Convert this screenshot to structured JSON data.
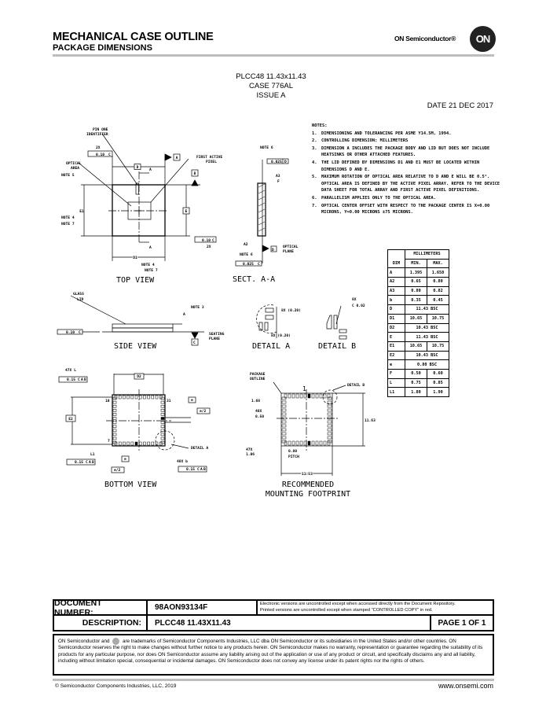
{
  "header": {
    "title": "MECHANICAL CASE OUTLINE",
    "subtitle": "PACKAGE DIMENSIONS",
    "brand": "ON Semiconductor®",
    "logo_text": "ON"
  },
  "package": {
    "name": "PLCC48 11.43x11.43",
    "case": "CASE 776AL",
    "issue": "ISSUE A",
    "date": "DATE 21 DEC 2017"
  },
  "notes": {
    "title": "NOTES:",
    "items": [
      {
        "num": "1.",
        "text": "DIMENSIONING AND TOLERANCING PER ASME Y14.5M, 1994."
      },
      {
        "num": "2.",
        "text": "CONTROLLING DIMENSION: MILLIMETERS"
      },
      {
        "num": "3.",
        "text": "DIMENSION A INCLUDES THE PACKAGE BODY AND LID BUT DOES NOT INCLUDE HEATSINKS OR OTHER ATTACHED FEATURES."
      },
      {
        "num": "4.",
        "text": "THE LID DEFINED BY DIMENSIONS D1 AND E1 MUST BE LOCATED WITHIN DIMENSIONS D AND E."
      },
      {
        "num": "5.",
        "text": "MAXIMUM ROTATION OF OPTICAL AREA RELATIVE TO D AND E WILL BE 0.5°. OPTICAL AREA IS DEFINED BY THE ACTIVE PIXEL ARRAY. REFER TO THE DEVICE DATA SHEET FOR TOTAL ARRAY AND FIRST ACTIVE PIXEL DEFINITIONS."
      },
      {
        "num": "6.",
        "text": "PARALLELISM APPLIES ONLY TO THE OPTICAL AREA."
      },
      {
        "num": "7.",
        "text": "OPTICAL CENTER OFFSET WITH RESPECT TO THE PACKAGE CENTER IS X=0.00 MICRONS, Y=0.00 MICRONS ±75 MICRONS."
      }
    ]
  },
  "dim_table": {
    "unit": "MILLIMETERS",
    "headers": [
      "DIM",
      "MIN.",
      "MAX."
    ],
    "rows": [
      {
        "dim": "A",
        "min": "1.395",
        "max": "1.658"
      },
      {
        "dim": "A2",
        "min": "0.65",
        "max": "0.80"
      },
      {
        "dim": "A3",
        "min": "0.80",
        "max": "0.82"
      },
      {
        "dim": "b",
        "min": "0.35",
        "max": "0.45"
      },
      {
        "dim": "D",
        "bsc": "11.43 BSC"
      },
      {
        "dim": "D1",
        "min": "10.65",
        "max": "10.75"
      },
      {
        "dim": "D2",
        "bsc": "10.43 BSC"
      },
      {
        "dim": "E",
        "bsc": "11.43 BSC"
      },
      {
        "dim": "E1",
        "min": "10.65",
        "max": "10.75"
      },
      {
        "dim": "E2",
        "bsc": "10.43 BSC"
      },
      {
        "dim": "e",
        "bsc": "0.80 BSC"
      },
      {
        "dim": "F",
        "min": "0.50",
        "max": "0.60"
      },
      {
        "dim": "L",
        "min": "0.75",
        "max": "0.85"
      },
      {
        "dim": "L1",
        "min": "1.80",
        "max": "1.90"
      }
    ]
  },
  "drawings": {
    "top_view": {
      "title": "TOP VIEW",
      "pin_one": [
        "PIN ONE",
        "IDENTIFIER"
      ],
      "first_pixel": [
        "FIRST ACTIVE",
        "PIXEL"
      ],
      "optical_area": [
        "OPTICAL",
        "AREA"
      ],
      "note5": "NOTE 5",
      "note4": "NOTE 4",
      "note7": "NOTE 7",
      "d": "D",
      "d1": "D1",
      "e": "E",
      "e1": "E1",
      "datum_a": "A",
      "datum_b": "B",
      "section": "A",
      "two_x": "2X",
      "tol": "0.10",
      "tol_ref": "C"
    },
    "section": {
      "title": "SECT. A-A",
      "note6": "NOTE 6",
      "par_tol": "0.025",
      "par_ref_top": "D",
      "par_ref_bot": "C",
      "a3": "A3",
      "f": "F",
      "a2": "A2",
      "datum_d": "D",
      "optical_plane": [
        "OPTICAL",
        "PLANE"
      ]
    },
    "side_view": {
      "title": "SIDE VIEW",
      "glass_lid": [
        "GLASS",
        "LID"
      ],
      "note3": "NOTE 3",
      "a": "A",
      "seating_plane": [
        "SEATING",
        "PLANE"
      ],
      "datum_c": "C",
      "tol": "0.10",
      "tol_ref": "C"
    },
    "detail_a": {
      "title": "DETAIL A",
      "dim1": "8X (0.20)",
      "dim2": "8X (0.20)"
    },
    "detail_b": {
      "title": "DETAIL B",
      "chamfer": [
        "8X",
        "C 0.02"
      ]
    },
    "bottom_view": {
      "title": "BOTTOM VIEW",
      "l_count": "47X L",
      "d2": "D2",
      "e2": "E2",
      "l1": "L1",
      "b_count": "48X b",
      "detail_a": "DETAIL A",
      "e": "e",
      "e_half": "e/2",
      "pos_tol": "0.15",
      "refs": [
        "C",
        "A",
        "B"
      ],
      "pin10": "10",
      "pin31": "31",
      "pin7": "7"
    },
    "footprint": {
      "title": [
        "RECOMMENDED",
        "MOUNTING FOOTPRINT"
      ],
      "package_outline": [
        "PACKAGE",
        "OUTLINE"
      ],
      "detail_b": "DETAIL B",
      "pin1": "1",
      "d168": "1.68",
      "w050": [
        "48X",
        "0.50"
      ],
      "h1163": "11.63",
      "l106": [
        "47X",
        "1.06"
      ],
      "pitch": [
        "0.80",
        "PITCH"
      ],
      "w1153": "11.53"
    }
  },
  "title_block": {
    "doc_label": "DOCUMENT NUMBER:",
    "doc_number": "98AON93134F",
    "repo_note_1": "Electronic versions are uncontrolled except when accessed directly from the Document Repository.",
    "repo_note_2": "Printed versions are uncontrolled except when stamped \"CONTROLLED COPY\" in red.",
    "desc_label": "DESCRIPTION:",
    "description": "PLCC48 11.43X11.43",
    "page": "PAGE 1 OF 1"
  },
  "disclaimer": {
    "lead": "ON Semiconductor and",
    "text": "are trademarks of Semiconductor Components Industries, LLC dba ON Semiconductor or its subsidiaries in the United States and/or other countries. ON Semiconductor reserves the right to make changes without further notice to any products herein. ON Semiconductor makes no warranty, representation or guarantee regarding the suitability of its products for any particular purpose, nor does ON Semiconductor assume any liability arising out of the application or use of any product or circuit, and specifically disclaims any and all liability, including without limitation special, consequential or incidental damages. ON Semiconductor does not convey any license under its patent rights nor the rights of others."
  },
  "footer": {
    "copyright": "© Semiconductor Components Industries, LLC, 2019",
    "website": "www.onsemi.com"
  }
}
